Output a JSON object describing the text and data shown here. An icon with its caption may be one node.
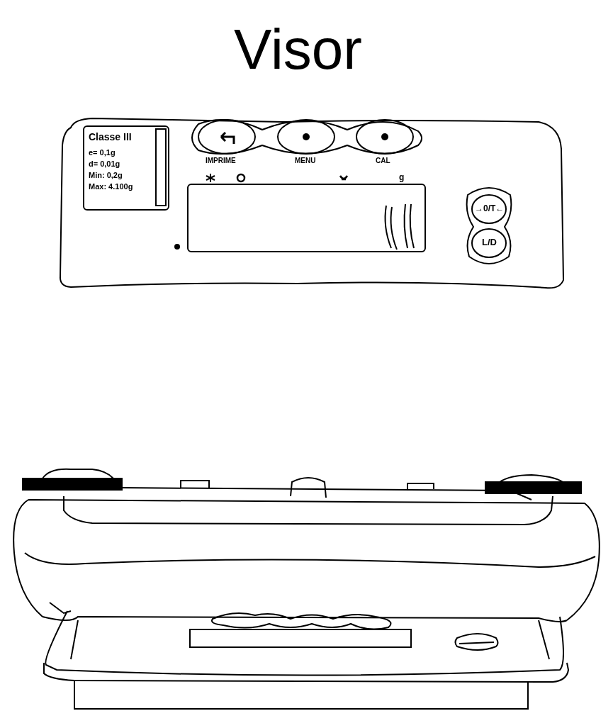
{
  "diagram": {
    "title": "Visor",
    "labels": [
      "Classe III",
      "e= 0,1g",
      "d= 0,01g",
      "Min: 0,2g",
      "Max: 4.100g",
      "IMPRIME",
      "MENU",
      "CAL",
      "g",
      "→0/T←",
      "L/D"
    ]
  }
}
